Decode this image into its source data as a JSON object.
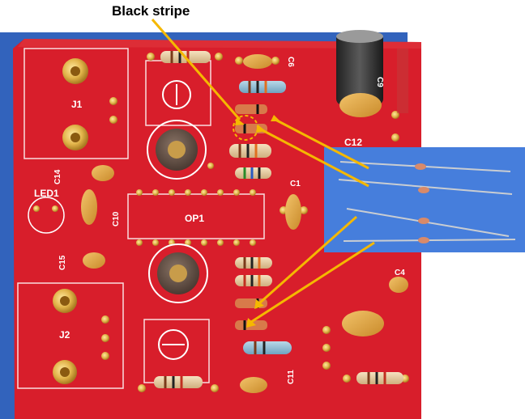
{
  "annotation": {
    "label": "Black stripe"
  },
  "board": {
    "connectors": {
      "j1": "J1",
      "j2": "J2"
    },
    "ic": "OP1",
    "led": "LED1",
    "capacitors": {
      "c14": "C14",
      "c10": "C10",
      "c15": "C15",
      "c12": "C12",
      "c11": "C11",
      "c6": "C6",
      "c9": "C9",
      "c1": "C1",
      "c4": "C4"
    }
  },
  "colors": {
    "pcb": "#d81e2b",
    "pcb_dark": "#b0121c",
    "silkscreen": "#ffffff",
    "background_blue": "#2f5fb8",
    "arrow": "#f5b800",
    "inset": "#3f78d8"
  },
  "icons": [
    "board-photo",
    "diode-inset-photo",
    "callout-arrow"
  ]
}
